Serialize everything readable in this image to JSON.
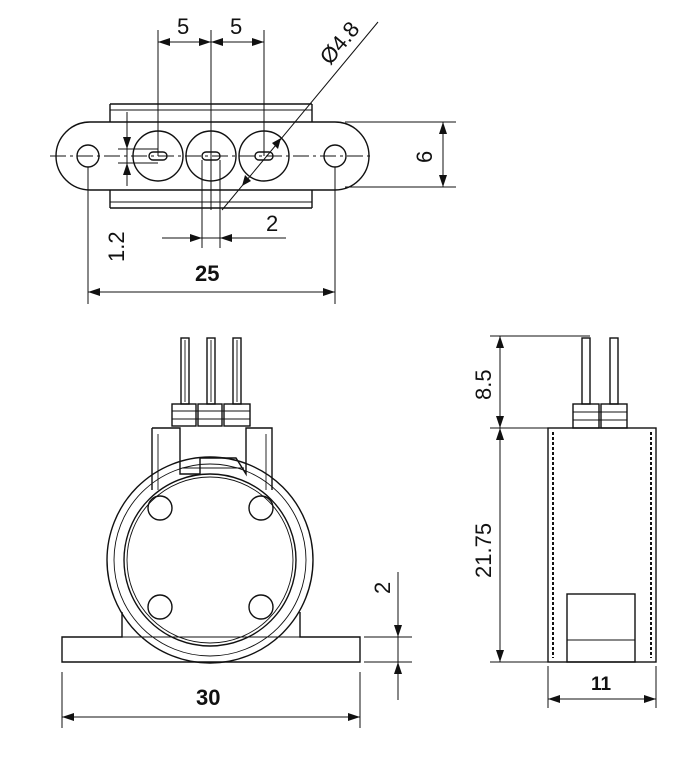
{
  "dimensions": {
    "top_view": {
      "pitch_left": "5",
      "pitch_right": "5",
      "pin_diameter": "Ø4.8",
      "height": "6",
      "pad_width": "1.2",
      "slot_length": "2",
      "mount_span": "25"
    },
    "front_view": {
      "base_thickness": "2",
      "overall_width": "30"
    },
    "side_view": {
      "pin_length": "8.5",
      "body_height": "21.75",
      "depth": "11"
    }
  }
}
